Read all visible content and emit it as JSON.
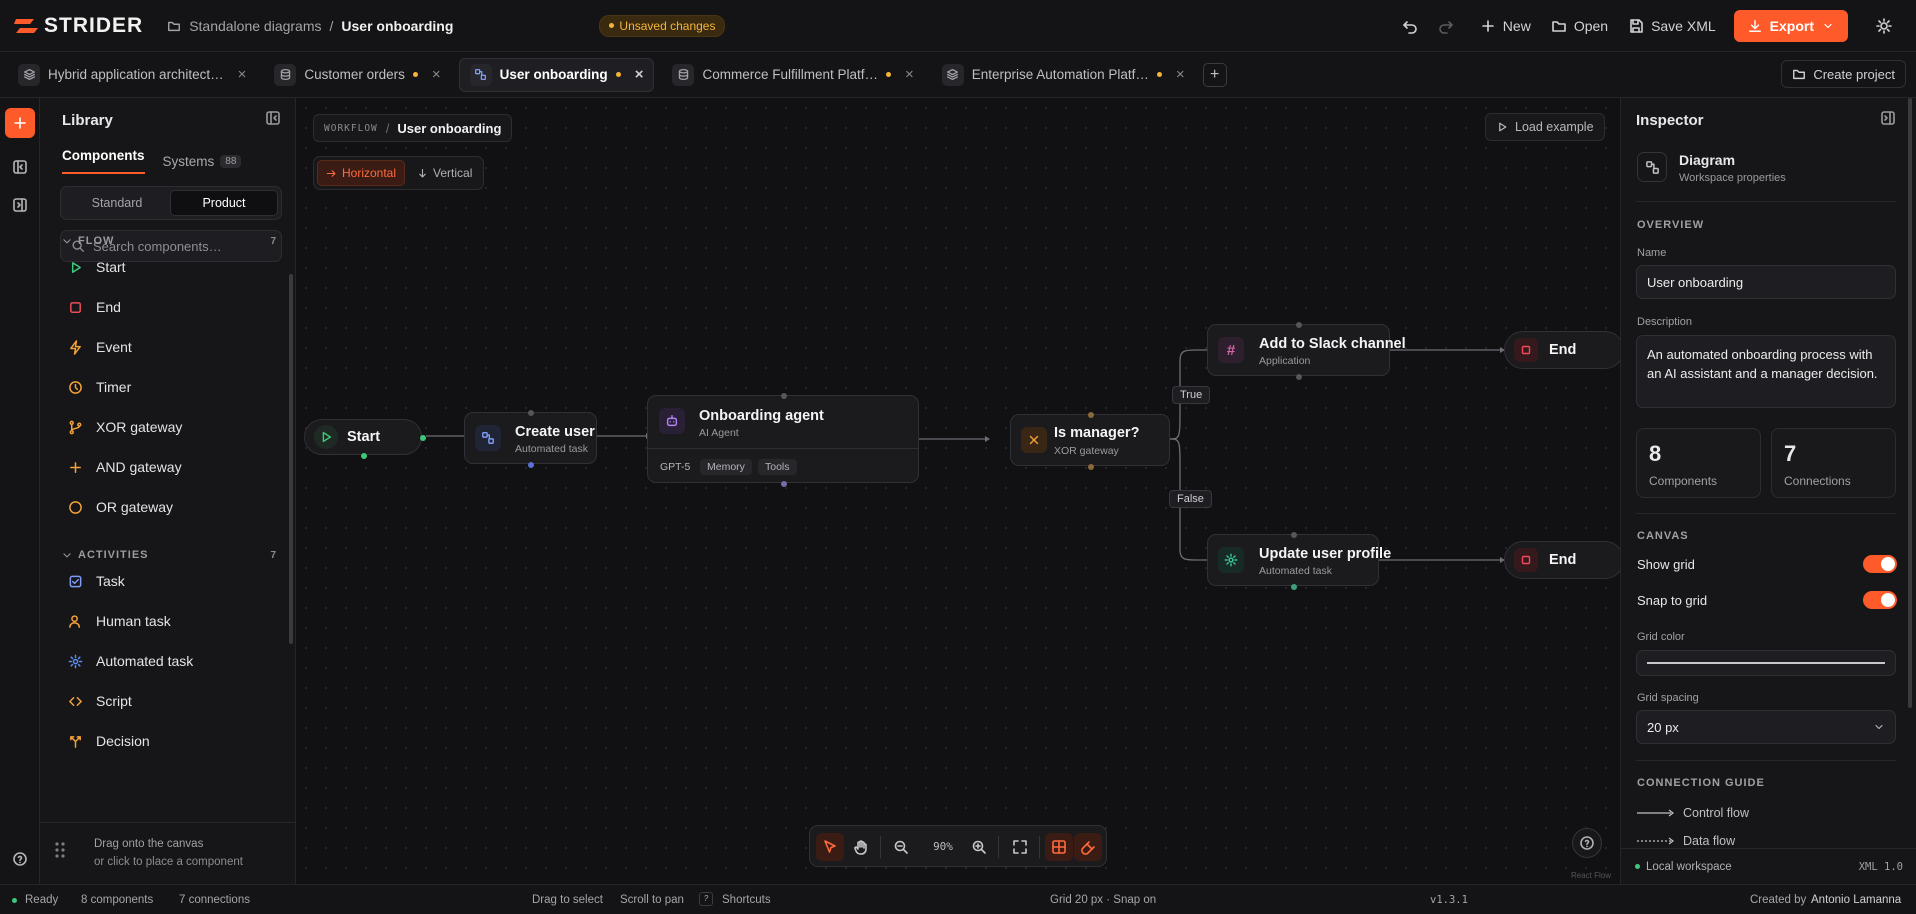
{
  "app": {
    "brand": "STRIDER",
    "accent": "#ff5a2a"
  },
  "topbar": {
    "breadcrumb_parent": "Standalone diagrams",
    "breadcrumb_sep": "/",
    "breadcrumb_current": "User onboarding",
    "unsaved": "Unsaved changes",
    "new_label": "New",
    "open_label": "Open",
    "save_label": "Save XML",
    "export_label": "Export"
  },
  "tabs": [
    {
      "label": "Hybrid application architect…",
      "icon": "layers-icon",
      "dirty": false,
      "active": false
    },
    {
      "label": "Customer orders",
      "icon": "database-icon",
      "dirty": true,
      "active": false
    },
    {
      "label": "User onboarding",
      "icon": "workflow-icon",
      "dirty": true,
      "active": true
    },
    {
      "label": "Commerce Fulfillment Platf…",
      "icon": "database-icon",
      "dirty": true,
      "active": false
    },
    {
      "label": "Enterprise Automation Platf…",
      "icon": "layers-icon",
      "dirty": true,
      "active": false
    }
  ],
  "tabbar": {
    "create_project": "Create project",
    "add": "+",
    "close": "×"
  },
  "library": {
    "title": "Library",
    "tab_components": "Components",
    "tab_systems": "Systems",
    "systems_count": "88",
    "seg_standard": "Standard",
    "seg_product": "Product",
    "search_placeholder": "Search components…",
    "sections": [
      {
        "title": "FLOW",
        "count": "7",
        "items": [
          {
            "label": "Start",
            "icon": "play-icon",
            "color": "#3ec97a"
          },
          {
            "label": "End",
            "icon": "stop-icon",
            "color": "#ef4b5a"
          },
          {
            "label": "Event",
            "icon": "bolt-icon",
            "color": "#f4a13a"
          },
          {
            "label": "Timer",
            "icon": "clock-icon",
            "color": "#f4a13a"
          },
          {
            "label": "XOR gateway",
            "icon": "branch-icon",
            "color": "#f4a13a"
          },
          {
            "label": "AND gateway",
            "icon": "plus-icon",
            "color": "#f4a13a"
          },
          {
            "label": "OR gateway",
            "icon": "circle-icon",
            "color": "#f4a13a"
          }
        ]
      },
      {
        "title": "ACTIVITIES",
        "count": "7",
        "items": [
          {
            "label": "Task",
            "icon": "checkbox-icon",
            "color": "#7f9cf5"
          },
          {
            "label": "Human task",
            "icon": "user-icon",
            "color": "#f4a13a"
          },
          {
            "label": "Automated task",
            "icon": "gear-icon",
            "color": "#5b8def"
          },
          {
            "label": "Script",
            "icon": "code-icon",
            "color": "#f4a13a"
          },
          {
            "label": "Decision",
            "icon": "split-icon",
            "color": "#f4a13a"
          }
        ]
      }
    ],
    "footer_line1": "Drag onto the canvas",
    "footer_line2": "or click to place a component"
  },
  "canvas": {
    "crumb_key": "WORKFLOW",
    "crumb_sep": "/",
    "crumb_value": "User onboarding",
    "orient_horizontal": "Horizontal",
    "orient_vertical": "Vertical",
    "load_example": "Load example",
    "zoom": "90%",
    "read_flow": "React Flow",
    "nodes": {
      "start": {
        "title": "Start"
      },
      "create_user": {
        "title": "Create user",
        "sub": "Automated task"
      },
      "agent": {
        "title": "Onboarding agent",
        "sub": "AI Agent",
        "chips": [
          "GPT-5",
          "Memory",
          "Tools"
        ]
      },
      "manager": {
        "title": "Is manager?",
        "sub": "XOR gateway"
      },
      "slack": {
        "title": "Add to Slack channel",
        "sub": "Application"
      },
      "profile": {
        "title": "Update user profile",
        "sub": "Automated task"
      },
      "end_top": {
        "title": "End"
      },
      "end_bottom": {
        "title": "End"
      }
    },
    "edge_true": "True",
    "edge_false": "False"
  },
  "inspector": {
    "title": "Inspector",
    "kind": "Diagram",
    "kind_sub": "Workspace properties",
    "overview": "OVERVIEW",
    "name_label": "Name",
    "name_value": "User onboarding",
    "desc_label": "Description",
    "desc_value": "An automated onboarding process with an AI assistant and a manager decision.",
    "components_count": "8",
    "components_label": "Components",
    "connections_count": "7",
    "connections_label": "Connections",
    "canvas_section": "CANVAS",
    "show_grid": "Show grid",
    "show_grid_on": true,
    "snap_to_grid": "Snap to grid",
    "snap_to_grid_on": true,
    "grid_color_label": "Grid color",
    "grid_spacing_label": "Grid spacing",
    "grid_spacing_value": "20 px",
    "connection_guide": "CONNECTION GUIDE",
    "control_flow": "Control flow",
    "data_flow": "Data flow",
    "footer_workspace": "Local workspace",
    "footer_format": "XML 1.0"
  },
  "status": {
    "ready": "Ready",
    "components": "8 components",
    "connections": "7 connections",
    "drag_select": "Drag to select",
    "scroll_pan": "Scroll to pan",
    "shortcut_key": "?",
    "shortcuts": "Shortcuts",
    "grid_info": "Grid 20 px · Snap on",
    "version": "v1.3.1",
    "created_by_label": "Created by",
    "author": "Antonio Lamanna"
  }
}
